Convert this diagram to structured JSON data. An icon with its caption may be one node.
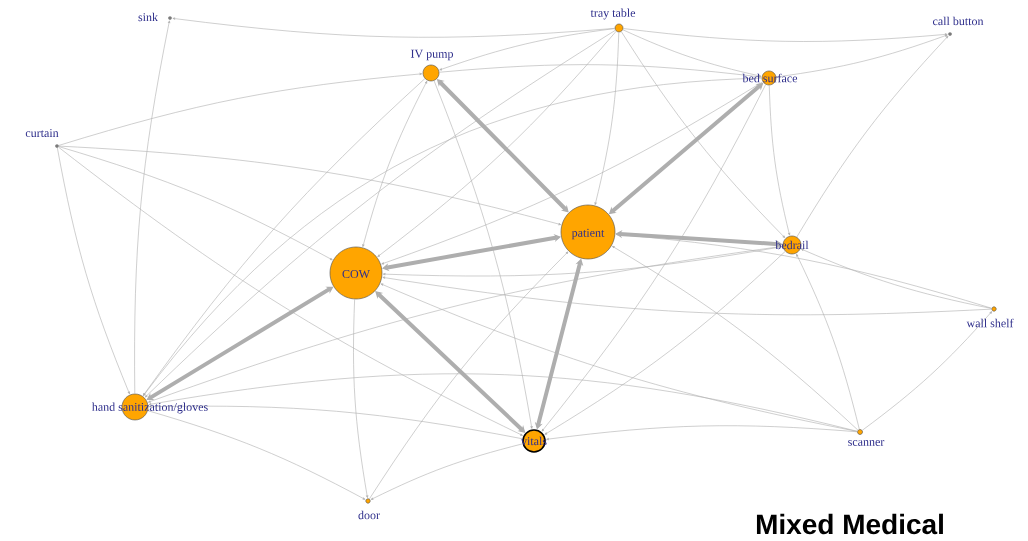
{
  "diagram": {
    "title": "Mixed Medical",
    "nodes": [
      {
        "text": [
          "sink"
        ]
      },
      {
        "text": [
          "tray table"
        ]
      },
      {
        "text": [
          "call button"
        ]
      },
      {
        "text": [
          "IV pump"
        ]
      },
      {
        "text": [
          "bed surface"
        ]
      },
      {
        "text": [
          "curtain"
        ]
      },
      {
        "text": [
          "patient"
        ]
      },
      {
        "text": [
          "COW"
        ]
      },
      {
        "text": [
          "bedrail"
        ]
      },
      {
        "text": [
          "wall shelf"
        ]
      },
      {
        "text": [
          "hand sanitization/gloves"
        ]
      },
      {
        "text": [
          "vitals"
        ]
      },
      {
        "text": [
          "scanner"
        ]
      },
      {
        "text": [
          "door"
        ]
      }
    ],
    "edges": [
      {
        "from": 7,
        "to": 6,
        "arrow": "both",
        "style": "thick"
      },
      {
        "from": 7,
        "to": 10,
        "arrow": "both",
        "style": "thick"
      },
      {
        "from": 7,
        "to": 11,
        "arrow": "both",
        "style": "thick"
      },
      {
        "from": 6,
        "to": 3,
        "arrow": "both",
        "style": "thick"
      },
      {
        "from": 6,
        "to": 4,
        "arrow": "both",
        "style": "thick"
      },
      {
        "from": 6,
        "to": 11,
        "arrow": "both",
        "style": "thick"
      },
      {
        "from": 6,
        "to": 8,
        "arrow": "both",
        "style": "thick"
      },
      {
        "from": 3,
        "to": 7,
        "arrow": "both"
      },
      {
        "from": 1,
        "to": 0,
        "arrow": "to"
      },
      {
        "from": 1,
        "to": 2,
        "arrow": "to"
      },
      {
        "from": 10,
        "to": 0,
        "arrow": "to"
      },
      {
        "from": 1,
        "to": 3,
        "arrow": "to"
      },
      {
        "from": 1,
        "to": 6,
        "arrow": "to"
      },
      {
        "from": 1,
        "to": 4,
        "arrow": "to"
      },
      {
        "from": 1,
        "to": 7,
        "arrow": "to"
      },
      {
        "from": 1,
        "to": 8,
        "arrow": "to"
      },
      {
        "from": 3,
        "to": 4,
        "arrow": "to"
      },
      {
        "from": 4,
        "to": 8,
        "arrow": "to"
      },
      {
        "from": 5,
        "to": 7,
        "arrow": "to"
      },
      {
        "from": 5,
        "to": 10,
        "arrow": "to"
      },
      {
        "from": 5,
        "to": 6,
        "arrow": "to"
      },
      {
        "from": 5,
        "to": 11,
        "arrow": "to"
      },
      {
        "from": 5,
        "to": 3,
        "arrow": "to"
      },
      {
        "from": 7,
        "to": 13,
        "arrow": "to"
      },
      {
        "from": 10,
        "to": 13,
        "arrow": "to"
      },
      {
        "from": 11,
        "to": 13,
        "arrow": "to"
      },
      {
        "from": 13,
        "to": 6,
        "arrow": "to"
      },
      {
        "from": 12,
        "to": 6,
        "arrow": "to"
      },
      {
        "from": 12,
        "to": 7,
        "arrow": "to"
      },
      {
        "from": 12,
        "to": 11,
        "arrow": "to"
      },
      {
        "from": 12,
        "to": 10,
        "arrow": "to"
      },
      {
        "from": 12,
        "to": 8,
        "arrow": "to"
      },
      {
        "from": 9,
        "to": 8,
        "arrow": "to"
      },
      {
        "from": 9,
        "to": 6,
        "arrow": "to"
      },
      {
        "from": 9,
        "to": 7,
        "arrow": "to"
      },
      {
        "from": 12,
        "to": 9,
        "arrow": "to"
      },
      {
        "from": 8,
        "to": 2,
        "arrow": "to"
      },
      {
        "from": 8,
        "to": 10,
        "arrow": "to"
      },
      {
        "from": 8,
        "to": 11,
        "arrow": "to"
      },
      {
        "from": 4,
        "to": 10,
        "arrow": "to"
      },
      {
        "from": 4,
        "to": 7,
        "arrow": "to"
      },
      {
        "from": 3,
        "to": 10,
        "arrow": "to"
      },
      {
        "from": 3,
        "to": 11,
        "arrow": "to"
      },
      {
        "from": 11,
        "to": 10,
        "arrow": "to"
      },
      {
        "from": 8,
        "to": 7,
        "arrow": "to"
      },
      {
        "from": 1,
        "to": 10,
        "arrow": "to"
      },
      {
        "from": 4,
        "to": 11,
        "arrow": "to"
      },
      {
        "from": 4,
        "to": 2,
        "arrow": "to"
      }
    ]
  }
}
